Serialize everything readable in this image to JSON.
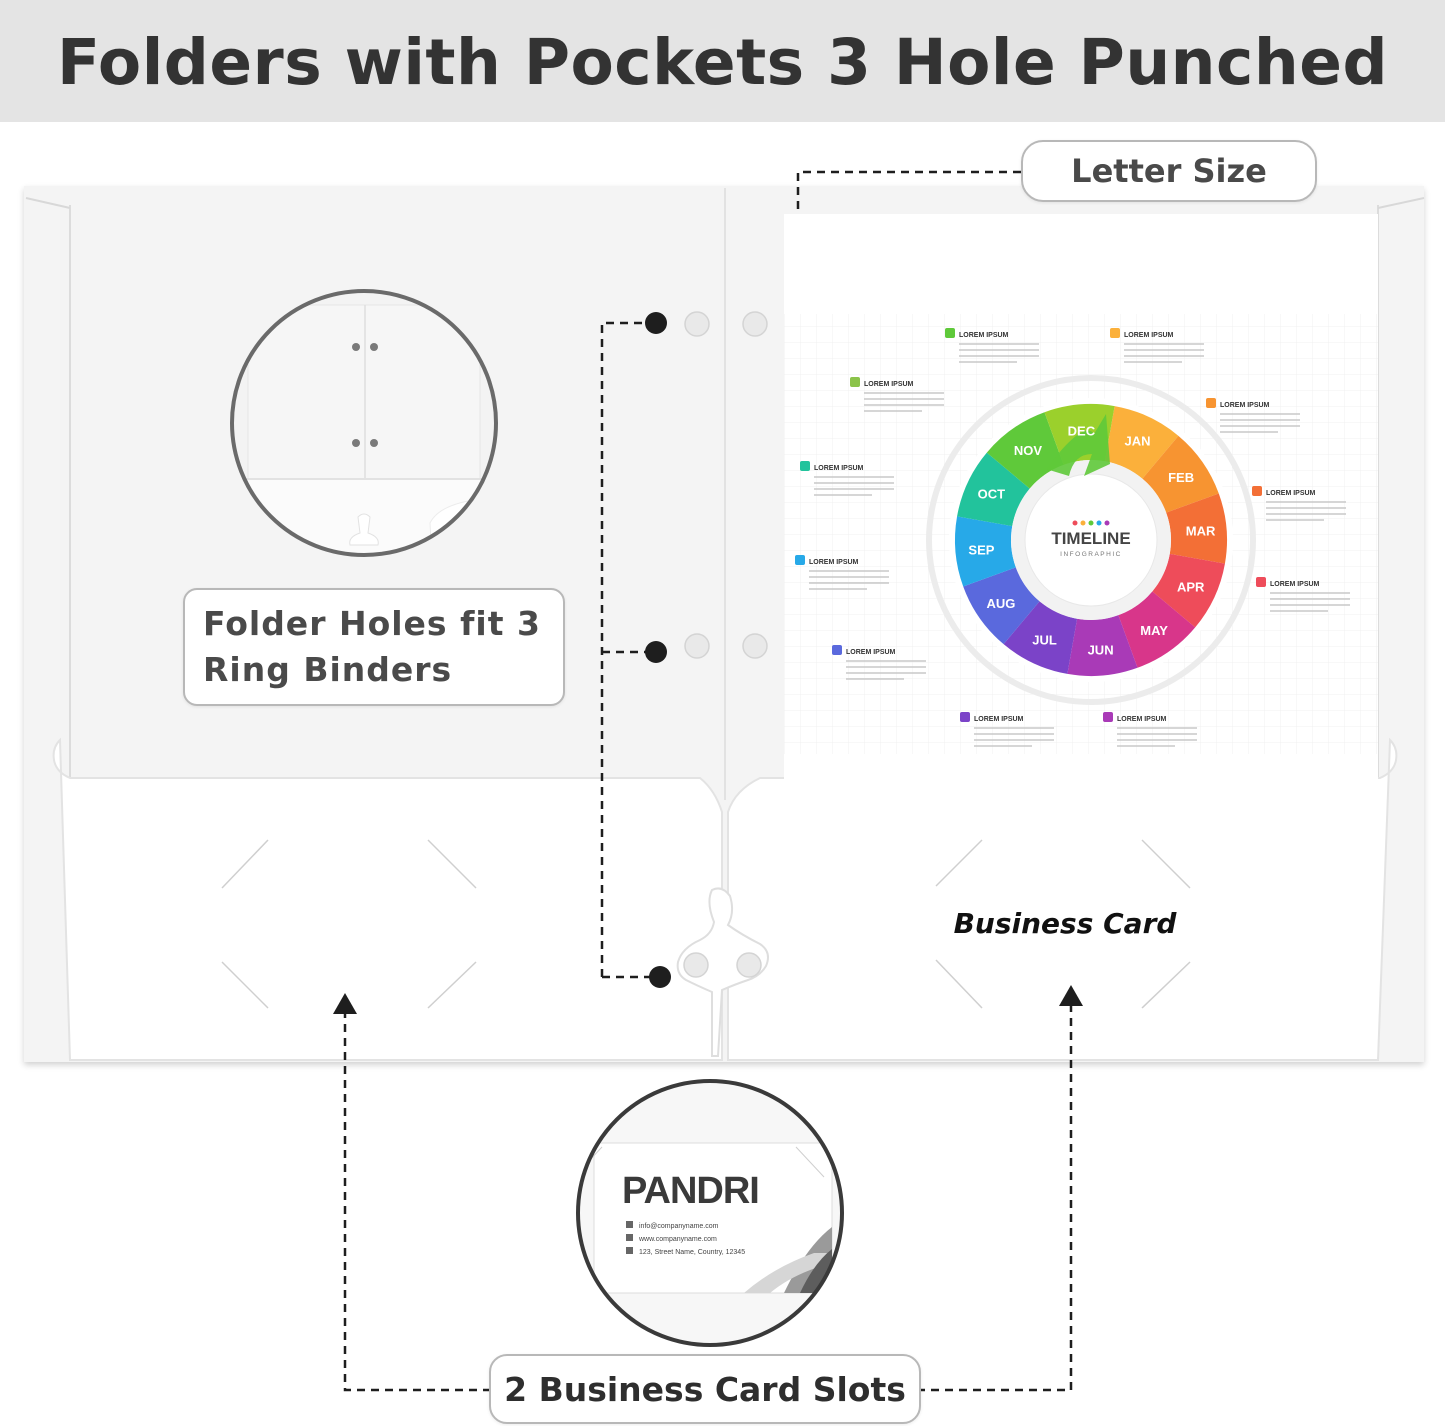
{
  "header": {
    "title": "Folders with Pockets 3 Hole Punched"
  },
  "callouts": {
    "letter_size": "Letter Size",
    "holes_line1": "Folder Holes fit 3",
    "holes_line2": "Ring Binders",
    "slots": "2 Business Card Slots",
    "business_card": "Business Card"
  },
  "timeline": {
    "title": "TIMELINE",
    "subtitle": "INFOGRAPHIC",
    "months": [
      "JAN",
      "FEB",
      "MAR",
      "APR",
      "MAY",
      "JUN",
      "JUL",
      "AUG",
      "SEP",
      "OCT",
      "NOV",
      "DEC"
    ],
    "colors": [
      "#fbb03b",
      "#f79431",
      "#f36f36",
      "#ee4c5a",
      "#d8368a",
      "#a93ab7",
      "#7b43c8",
      "#5a69dd",
      "#27a9e8",
      "#22c39c",
      "#5fc93a",
      "#9bd02c"
    ],
    "item_label": "LOREM IPSUM"
  },
  "business_card": {
    "brand": "PANDRI",
    "email": "info@companyname.com",
    "website": "www.companyname.com",
    "address": "123, Street Name, Country, 12345"
  },
  "icons": [
    "arrow-icon",
    "paper-plane-icon",
    "lightbulb-icon",
    "rocket-icon",
    "laptop-icon",
    "line-chart-icon",
    "coins-icon",
    "magnifier-icon",
    "folder-icon",
    "bar-chart-icon",
    "gears-icon",
    "person-icon"
  ]
}
